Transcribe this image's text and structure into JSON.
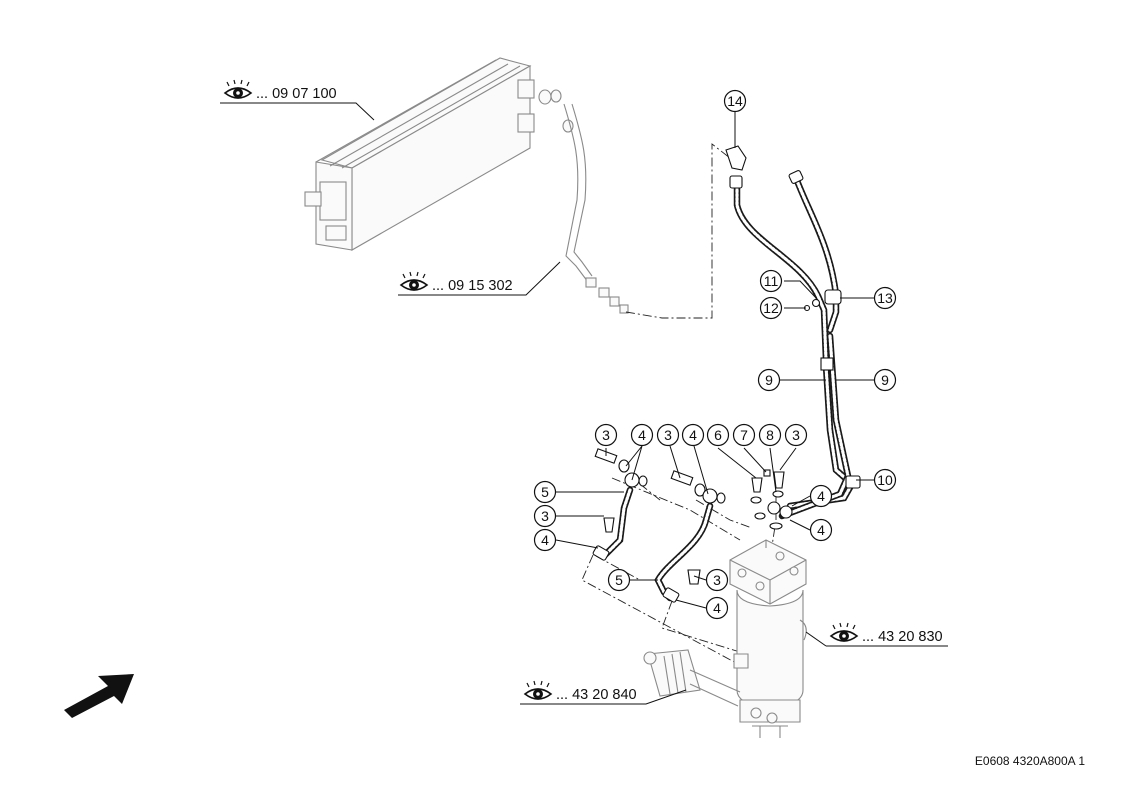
{
  "references": [
    {
      "id": "ref-radiator",
      "text": "... 09 07 100"
    },
    {
      "id": "ref-pipe",
      "text": "... 09 15 302"
    },
    {
      "id": "ref-filter-housing",
      "text": "... 43 20 830"
    },
    {
      "id": "ref-cylinder",
      "text": "... 43 20 840"
    }
  ],
  "callouts": [
    "14",
    "11",
    "12",
    "13",
    "9",
    "9",
    "3",
    "4",
    "3",
    "4",
    "6",
    "7",
    "8",
    "3",
    "5",
    "3",
    "4",
    "4",
    "10",
    "4",
    "5",
    "3",
    "4"
  ],
  "drawing_code": "E0608 4320A800A 1",
  "icons": {
    "reference": "eye-icon",
    "direction": "arrow-icon"
  },
  "colors": {
    "ink": "#111111",
    "ghost": "#8a8a8a",
    "background": "#ffffff"
  }
}
